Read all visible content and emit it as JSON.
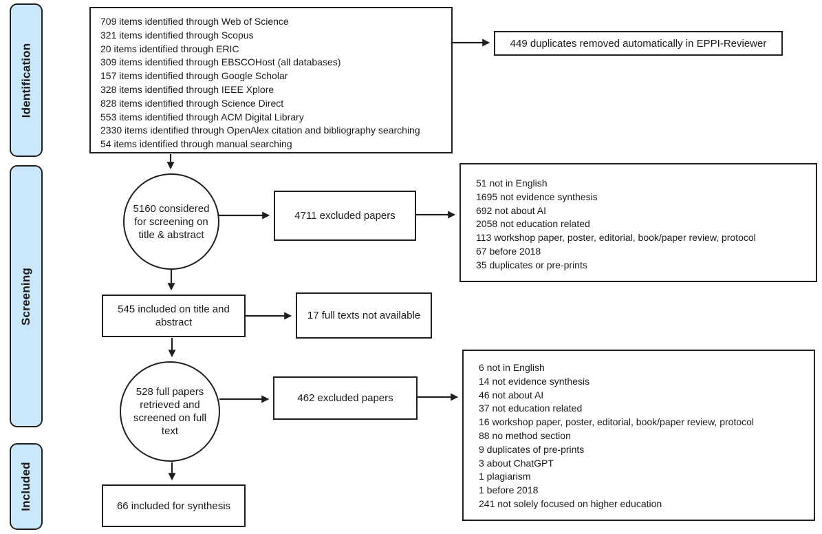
{
  "colors": {
    "stage_fill": "#cbe8fa",
    "stage_border": "#1f1f1f",
    "box_border": "#1f1f1f",
    "box_fill": "#ffffff",
    "arrow": "#1f1f1f"
  },
  "labels": {
    "identification": "Identification",
    "screening": "Screening",
    "included": "Included"
  },
  "identification": {
    "sources": [
      "709 items identified through Web of Science",
      "321 items identified through Scopus",
      "20 items identified through ERIC",
      "309 items identified through EBSCOHost (all databases)",
      "157 items identified through Google Scholar",
      "328 items identified through IEEE Xplore",
      "828 items identified through Science Direct",
      "553 items identified through ACM Digital Library",
      "2330 items identified through OpenAlex citation and bibliography searching",
      "54 items identified through manual searching"
    ],
    "duplicates_removed": "449 duplicates removed automatically in EPPI-Reviewer"
  },
  "screening": {
    "title_abstract_pool": "5160 considered for screening on title & abstract",
    "excluded_title_abstract": "4711 excluded papers",
    "exclusion_reasons_title_abstract": [
      "51 not in English",
      "1695 not evidence synthesis",
      "692 not about AI",
      "2058 not education related",
      "113 workshop paper, poster, editorial, book/paper review, protocol",
      "67 before 2018",
      "35 duplicates or pre-prints"
    ],
    "included_title_abstract": "545 included on title and abstract",
    "full_texts_unavailable": "17 full texts not available",
    "full_text_pool": "528 full papers retrieved and screened on full text",
    "excluded_full_text": "462 excluded papers",
    "exclusion_reasons_full_text": [
      "6 not in English",
      "14 not evidence synthesis",
      "46 not about AI",
      "37 not education related",
      "16 workshop paper, poster, editorial, book/paper review, protocol",
      "88 no method section",
      "9 duplicates of pre-prints",
      "3 about ChatGPT",
      "1 plagiarism",
      "1 before 2018",
      "241 not solely focused on higher education"
    ]
  },
  "included": {
    "synthesis": "66 included for synthesis"
  }
}
